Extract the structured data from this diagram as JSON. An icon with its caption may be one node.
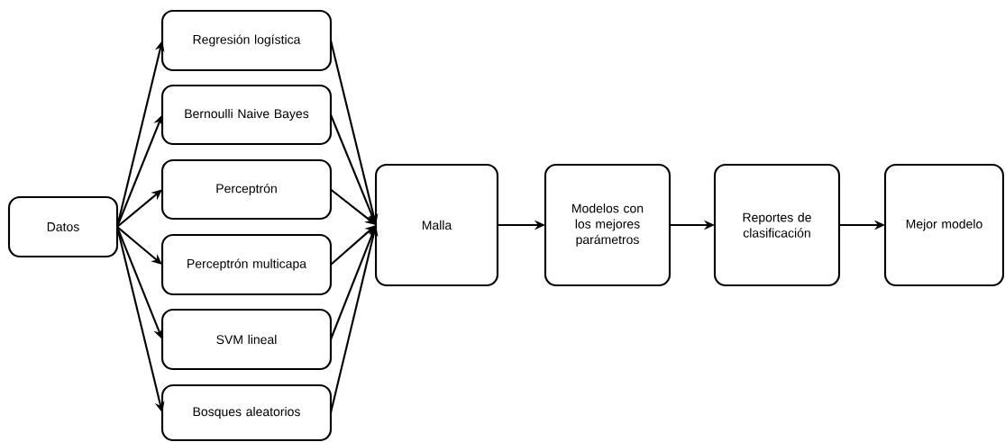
{
  "diagram": {
    "nodes": [
      {
        "text": [
          "Datos"
        ]
      },
      {
        "text": [
          "Regresión logística"
        ]
      },
      {
        "text": [
          "Bernoulli Naive Bayes"
        ]
      },
      {
        "text": [
          "Perceptrón"
        ]
      },
      {
        "text": [
          "Perceptrón multicapa"
        ]
      },
      {
        "text": [
          "SVM lineal"
        ]
      },
      {
        "text": [
          "Bosques aleatorios"
        ]
      },
      {
        "text": [
          "Malla"
        ]
      },
      {
        "text": [
          "Modelos con los mejores parámetros"
        ]
      },
      {
        "text": [
          "Reportes de clasificación"
        ]
      },
      {
        "text": [
          "Mejor modelo"
        ]
      }
    ],
    "edges": [
      {
        "from": 0,
        "to": 1,
        "arrow": "to"
      },
      {
        "from": 0,
        "to": 2,
        "arrow": "to"
      },
      {
        "from": 0,
        "to": 3,
        "arrow": "to"
      },
      {
        "from": 0,
        "to": 4,
        "arrow": "to"
      },
      {
        "from": 0,
        "to": 5,
        "arrow": "to"
      },
      {
        "from": 0,
        "to": 6,
        "arrow": "to"
      },
      {
        "from": 1,
        "to": 7,
        "arrow": "to"
      },
      {
        "from": 2,
        "to": 7,
        "arrow": "to"
      },
      {
        "from": 3,
        "to": 7,
        "arrow": "to"
      },
      {
        "from": 4,
        "to": 7,
        "arrow": "to"
      },
      {
        "from": 5,
        "to": 7,
        "arrow": "to"
      },
      {
        "from": 6,
        "to": 7,
        "arrow": "to"
      },
      {
        "from": 7,
        "to": 8,
        "arrow": "to"
      },
      {
        "from": 8,
        "to": 9,
        "arrow": "to"
      },
      {
        "from": 9,
        "to": 10,
        "arrow": "to"
      }
    ]
  }
}
